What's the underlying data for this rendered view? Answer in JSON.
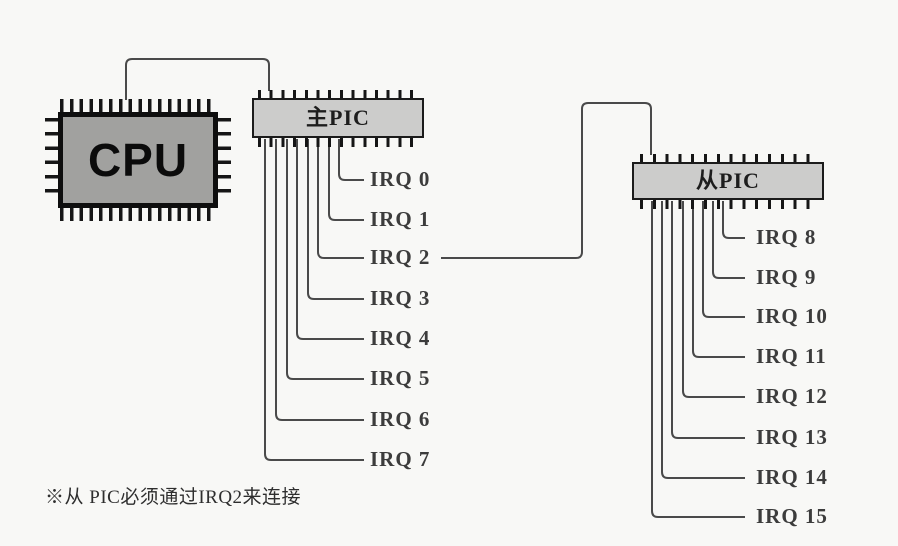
{
  "diagram": {
    "cpu": {
      "label": "CPU"
    },
    "master_pic": {
      "label": "主PIC"
    },
    "slave_pic": {
      "label": "从PIC"
    },
    "irq_master": [
      "IRQ 0",
      "IRQ 1",
      "IRQ 2",
      "IRQ 3",
      "IRQ 4",
      "IRQ 5",
      "IRQ 6",
      "IRQ 7"
    ],
    "irq_slave": [
      "IRQ 8",
      "IRQ 9",
      "IRQ 10",
      "IRQ 11",
      "IRQ 12",
      "IRQ 13",
      "IRQ 14",
      "IRQ 15"
    ],
    "footnote": "※从 PIC必须通过IRQ2来连接",
    "cascade_note": "IRQ 2",
    "colors": {
      "background": "#f8f8f6",
      "wire": "#4a4a4a",
      "cpu_fill": "#a1a19f",
      "pic_fill": "#cccccb",
      "pin": "#161616"
    }
  }
}
